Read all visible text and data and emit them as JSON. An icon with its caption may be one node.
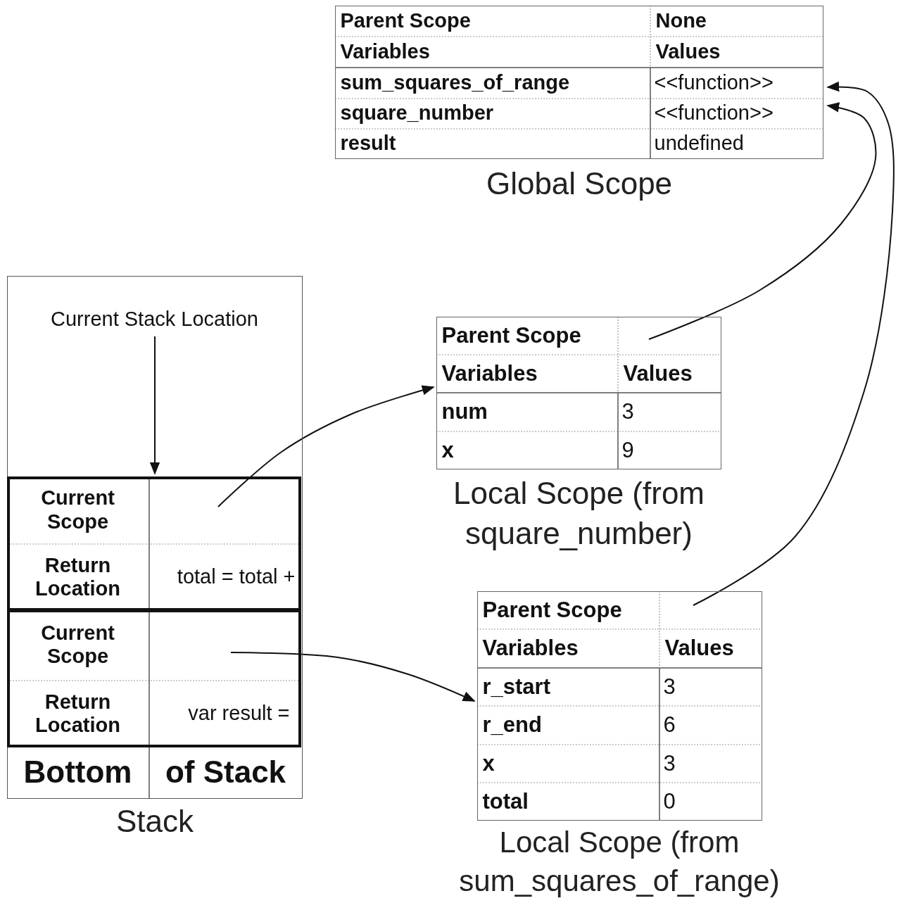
{
  "diagram": {
    "nodes": [
      {
        "text": [
          "Parent Scope",
          "None",
          "Variables",
          "Values",
          "sum_squares_of_range",
          "<<function>>",
          "square_number",
          "<<function>>",
          "result",
          "undefined"
        ],
        "beside": [
          "Global Scope"
        ]
      },
      {
        "text": [
          "Bottom",
          "of Stack"
        ],
        "beside": [
          "Stack"
        ]
      },
      {
        "text": [
          "Current Stack Location"
        ],
        "in": 1
      },
      {
        "text": [
          "Current Scope",
          "Return Location",
          "total = total +"
        ],
        "in": 1
      },
      {
        "text": [
          "Current Scope",
          "Return Location",
          "var result ="
        ],
        "in": 1
      },
      {
        "text": [
          "Parent Scope",
          "Variables",
          "Values",
          "num",
          "3",
          "x",
          "9"
        ],
        "beside": [
          "Local Scope (from square_number)"
        ]
      },
      {
        "text": [
          "Parent Scope",
          "Variables",
          "Values",
          "r_start",
          "3",
          "r_end",
          "6",
          "x",
          "3",
          "total",
          "0"
        ],
        "beside": [
          "Local Scope (from sum_squares_of_range)"
        ]
      }
    ],
    "edges": [
      {
        "from": 2,
        "to": 3,
        "arrow": "to"
      },
      {
        "from": 3,
        "to": 5,
        "arrow": "to"
      },
      {
        "from": 4,
        "to": 6,
        "arrow": "to"
      },
      {
        "from": 5,
        "to": 0,
        "arrow": "to"
      },
      {
        "from": 6,
        "to": 0,
        "arrow": "to"
      }
    ]
  }
}
